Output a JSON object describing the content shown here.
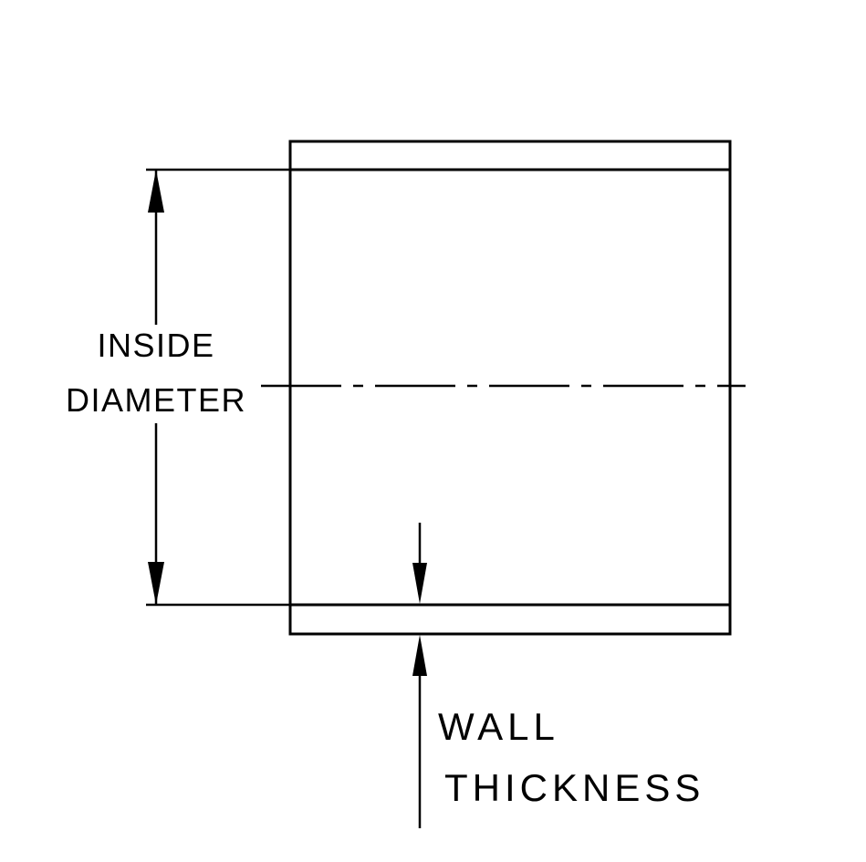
{
  "diagram": {
    "title": "hose-coupler-cross-section-dimension-drawing",
    "labels": {
      "inside_diameter_line1": "INSIDE",
      "inside_diameter_line2": "DIAMETER",
      "wall_thickness_line1": "WALL",
      "wall_thickness_line2": "THICKNESS"
    },
    "colors": {
      "line": "#000000",
      "background": "#ffffff"
    }
  }
}
